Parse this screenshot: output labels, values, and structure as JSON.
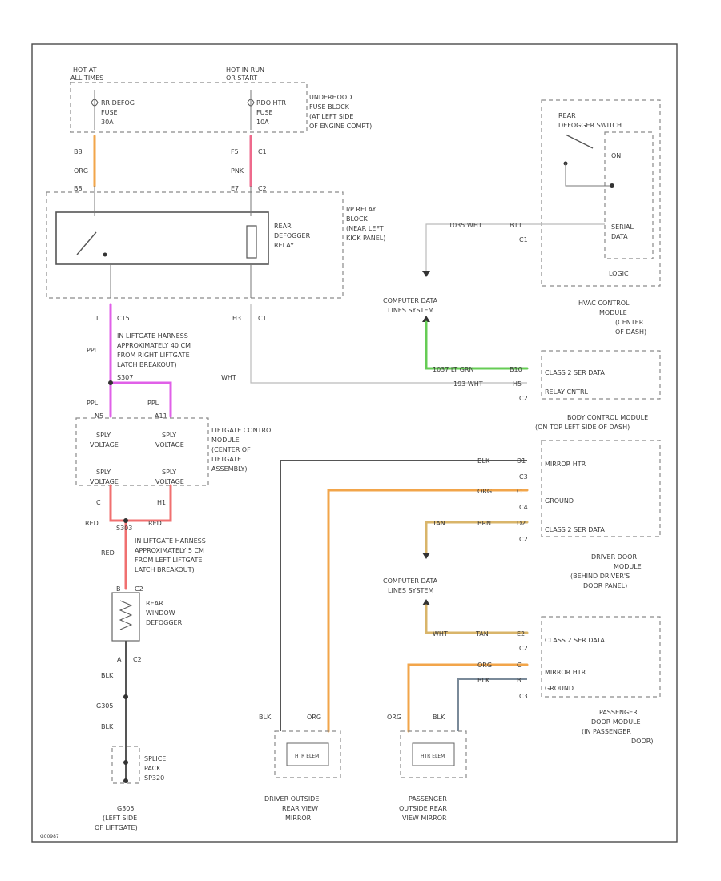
{
  "colors": {
    "ORG": "#f2a54a",
    "PNK": "#ee6a8c",
    "PPL": "#e060e8",
    "RED": "#f07070",
    "GRN": "#66cc55",
    "TAN": "#d9b56a",
    "BLK": "#555555",
    "GRY": "#7a8a99",
    "WHT": "#bbbbbb"
  },
  "labels": {
    "hot_at_all_times": [
      "HOT AT",
      "ALL TIMES"
    ],
    "hot_in_run": [
      "HOT IN RUN",
      "OR START"
    ],
    "fuse_l": [
      "RR DEFOG",
      "FUSE",
      "30A"
    ],
    "fuse_r": [
      "RDO HTR",
      "FUSE",
      "10A"
    ],
    "underhood": [
      "UNDERHOOD",
      "FUSE BLOCK",
      "(AT LEFT SIDE",
      "OF ENGINE COMPT)"
    ],
    "pin_b8_top": "B8",
    "pin_b8_bot": "B8",
    "pin_f5": "F5",
    "pin_c1_top": "C1",
    "pin_e7": "E7",
    "pin_c2_top": "C2",
    "wire_org_top": "ORG",
    "wire_pnk": "PNK",
    "rear_defogger_relay": [
      "REAR",
      "DEFOGGER",
      "RELAY"
    ],
    "ip_relay_block": [
      "I/P RELAY",
      "BLOCK",
      "(NEAR LEFT",
      "KICK PANEL)"
    ],
    "pin_l": "L",
    "pin_c15": "C15",
    "pin_h3": "H3",
    "pin_c1_mid": "C1",
    "liftgate_harness_1": [
      "IN LIFTGATE HARNESS",
      "APPROXIMATELY 40 CM",
      "FROM RIGHT LIFTGATE",
      "LATCH BREAKOUT)"
    ],
    "wire_ppl": "PPL",
    "splice_s307": "S307",
    "wire_wht": "WHT",
    "wire_ppl_l": "PPL",
    "wire_ppl_r": "PPL",
    "pin_n5": "N5",
    "pin_a11": "A11",
    "sply_voltage": [
      "SPLY",
      "VOLTAGE"
    ],
    "liftgate_control_module": [
      "LIFTGATE CONTROL",
      "MODULE",
      "(CENTER OF",
      "LIFTGATE",
      "ASSEMBLY)"
    ],
    "pin_c_l": "C",
    "pin_h1": "H1",
    "wire_red_l": "RED",
    "splice_s303": "S303",
    "wire_red_r": "RED",
    "liftgate_harness_2": [
      "IN LIFTGATE HARNESS",
      "APPROXIMATELY 5 CM",
      "FROM LEFT LIFTGATE",
      "LATCH BREAKOUT)"
    ],
    "wire_red_v": "RED",
    "pin_b": "B",
    "pin_c2_def": "C2",
    "rear_window_defogger": [
      "REAR",
      "WINDOW",
      "DEFOGGER"
    ],
    "pin_a": "A",
    "wire_blk_1": "BLK",
    "g305": "G305",
    "wire_blk_2": "BLK",
    "splice_pack": [
      "SPLICE",
      "PACK",
      "SP320"
    ],
    "g_loc": [
      "G305",
      "(LEFT SIDE",
      "OF LIFTGATE)"
    ],
    "hvac_switch": [
      "REAR",
      "DEFOGGER SWITCH"
    ],
    "on": "ON",
    "serial_data": [
      "SERIAL",
      "DATA"
    ],
    "logic": "LOGIC",
    "hvac_module": [
      "HVAC CONTROL",
      "MODULE",
      "(CENTER",
      "OF DASH)"
    ],
    "wire_wht_hvac": "1035 WHT",
    "pin_b11": "B11",
    "pin_c1_hvac": "C1",
    "computer_data_1": [
      "COMPUTER DATA",
      "LINES SYSTEM"
    ],
    "wire_grn": "1037 LT GRN",
    "pin_b10": "B10",
    "class2_1": "CLASS 2 SER DATA",
    "wire_wht_bcm": "193 WHT",
    "pin_h5": "H5",
    "relay_cntrl": "RELAY CNTRL",
    "pin_c2_bcm": "C2",
    "bcm": [
      "BODY CONTROL MODULE",
      "(ON TOP LEFT SIDE OF DASH)"
    ],
    "wire_blk_d": "BLK",
    "pin_d1": "D1",
    "mirror_htr_d": "MIRROR HTR",
    "pin_c3_d": "C3",
    "wire_org_d": "ORG",
    "pin_c_d": "C",
    "ground_d": "GROUND",
    "pin_c4_d": "C4",
    "wire_tan_d": "TAN",
    "wire_brn_d": "BRN",
    "pin_d2": "D2",
    "class2_d": "CLASS 2 SER DATA",
    "pin_c2_d": "C2",
    "driver_door_module": [
      "DRIVER DOOR",
      "MODULE",
      "(BEHIND DRIVER'S",
      "DOOR PANEL)"
    ],
    "computer_data_2": [
      "COMPUTER DATA",
      "LINES SYSTEM"
    ],
    "wire_wht_p": "WHT",
    "wire_tan_p": "TAN",
    "pin_e2": "E2",
    "class2_p": "CLASS 2 SER DATA",
    "pin_c2_p": "C2",
    "wire_org_p": "ORG",
    "pin_c_p": "C",
    "mirror_htr_p": "MIRROR HTR",
    "wire_blk_p": "BLK",
    "pin_b_p": "B",
    "ground_p": "GROUND",
    "pin_c3_p": "C3",
    "passenger_door_module": [
      "PASSENGER",
      "DOOR MODULE",
      "(IN PASSENGER",
      "DOOR)"
    ],
    "wire_blk_dm": "BLK",
    "wire_org_dm": "ORG",
    "wire_org_pm": "ORG",
    "wire_blk_pm": "BLK",
    "mirror_element_d": "HTR ELEM",
    "mirror_element_p": "HTR ELEM",
    "driver_mirror": [
      "DRIVER OUTSIDE",
      "REAR VIEW",
      "MIRROR"
    ],
    "passenger_mirror": [
      "PASSENGER",
      "OUTSIDE REAR",
      "VIEW MIRROR"
    ],
    "code": "G00987"
  }
}
